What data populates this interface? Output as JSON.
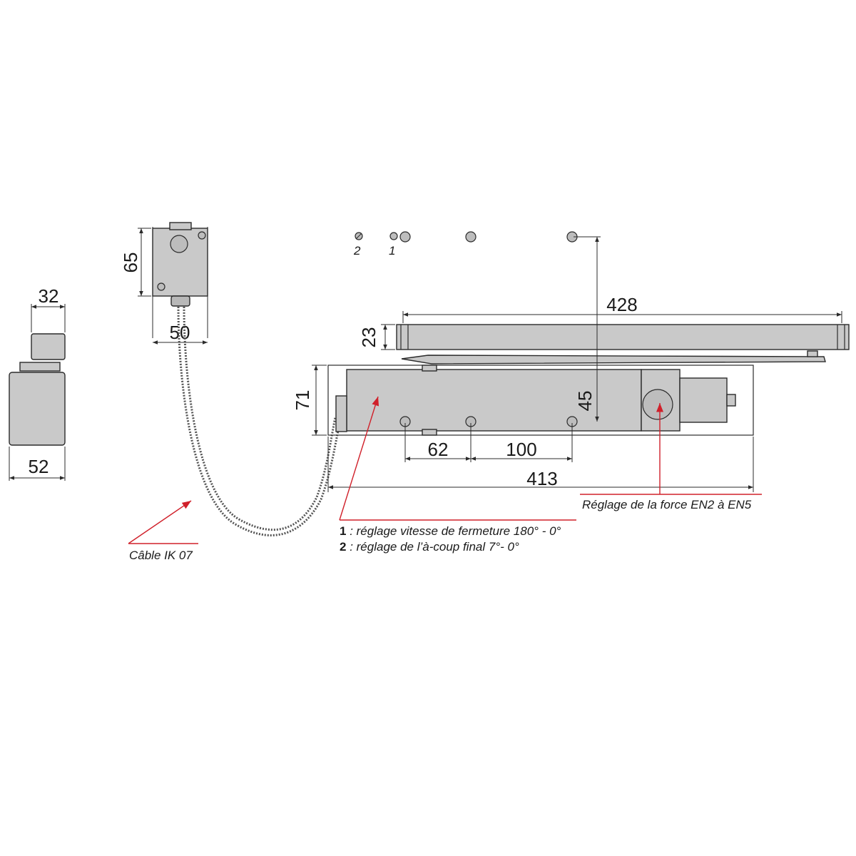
{
  "dimensions": {
    "side_top_width": "32",
    "side_bottom_width": "52",
    "box_width": "50",
    "box_height": "65",
    "body_height": "71",
    "rail_length": "428",
    "rail_height": "23",
    "hole_vertical": "45",
    "hole_spacing_a": "62",
    "hole_spacing_b": "100",
    "total_length": "413"
  },
  "labels": {
    "cable": "Câble IK 07",
    "force_adjust": "Réglage de la force EN2 à EN5",
    "valve1_marker": "1",
    "valve2_marker": "2",
    "legend1_num": "1",
    "legend1_text": " : réglage vitesse de fermeture 180° - 0°",
    "legend2_num": "2",
    "legend2_text": " : réglage de l’à-coup final 7°- 0°"
  },
  "colors": {
    "part_fill": "#c9c9c9",
    "leader_red": "#d0202a",
    "line": "#2b2b2b"
  }
}
